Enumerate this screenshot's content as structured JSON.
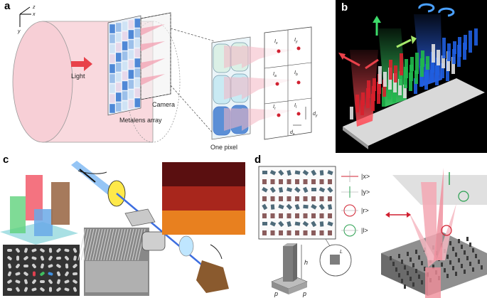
{
  "panels": {
    "a": {
      "label": "a",
      "axes": {
        "z": "z",
        "x": "x",
        "y": "y"
      },
      "light_label": "Light",
      "camera_label": "Camera",
      "metalens_label": "Metalens array",
      "pixel_label": "One pixel",
      "stokes": [
        "I",
        "I",
        "I",
        "I",
        "I",
        "I"
      ],
      "stokes_subs": [
        "x",
        "y",
        "a",
        "b",
        "r",
        "l"
      ],
      "dy_label": "d",
      "dy_sub": "y",
      "dx_label": "d",
      "dx_sub": "x"
    },
    "b": {
      "label": "b"
    },
    "c": {
      "label": "c"
    },
    "d": {
      "label": "d",
      "states": [
        "|x>",
        "|y>",
        "|r>",
        "|l>"
      ],
      "h_label": "h",
      "p_label_1": "p",
      "p_label_2": "p",
      "l_label": "L"
    }
  },
  "colors": {
    "light_arrow": "#e8414a",
    "blue_lens": "#5b8fd6",
    "pink_cylinder": "#f7cfd6"
  }
}
